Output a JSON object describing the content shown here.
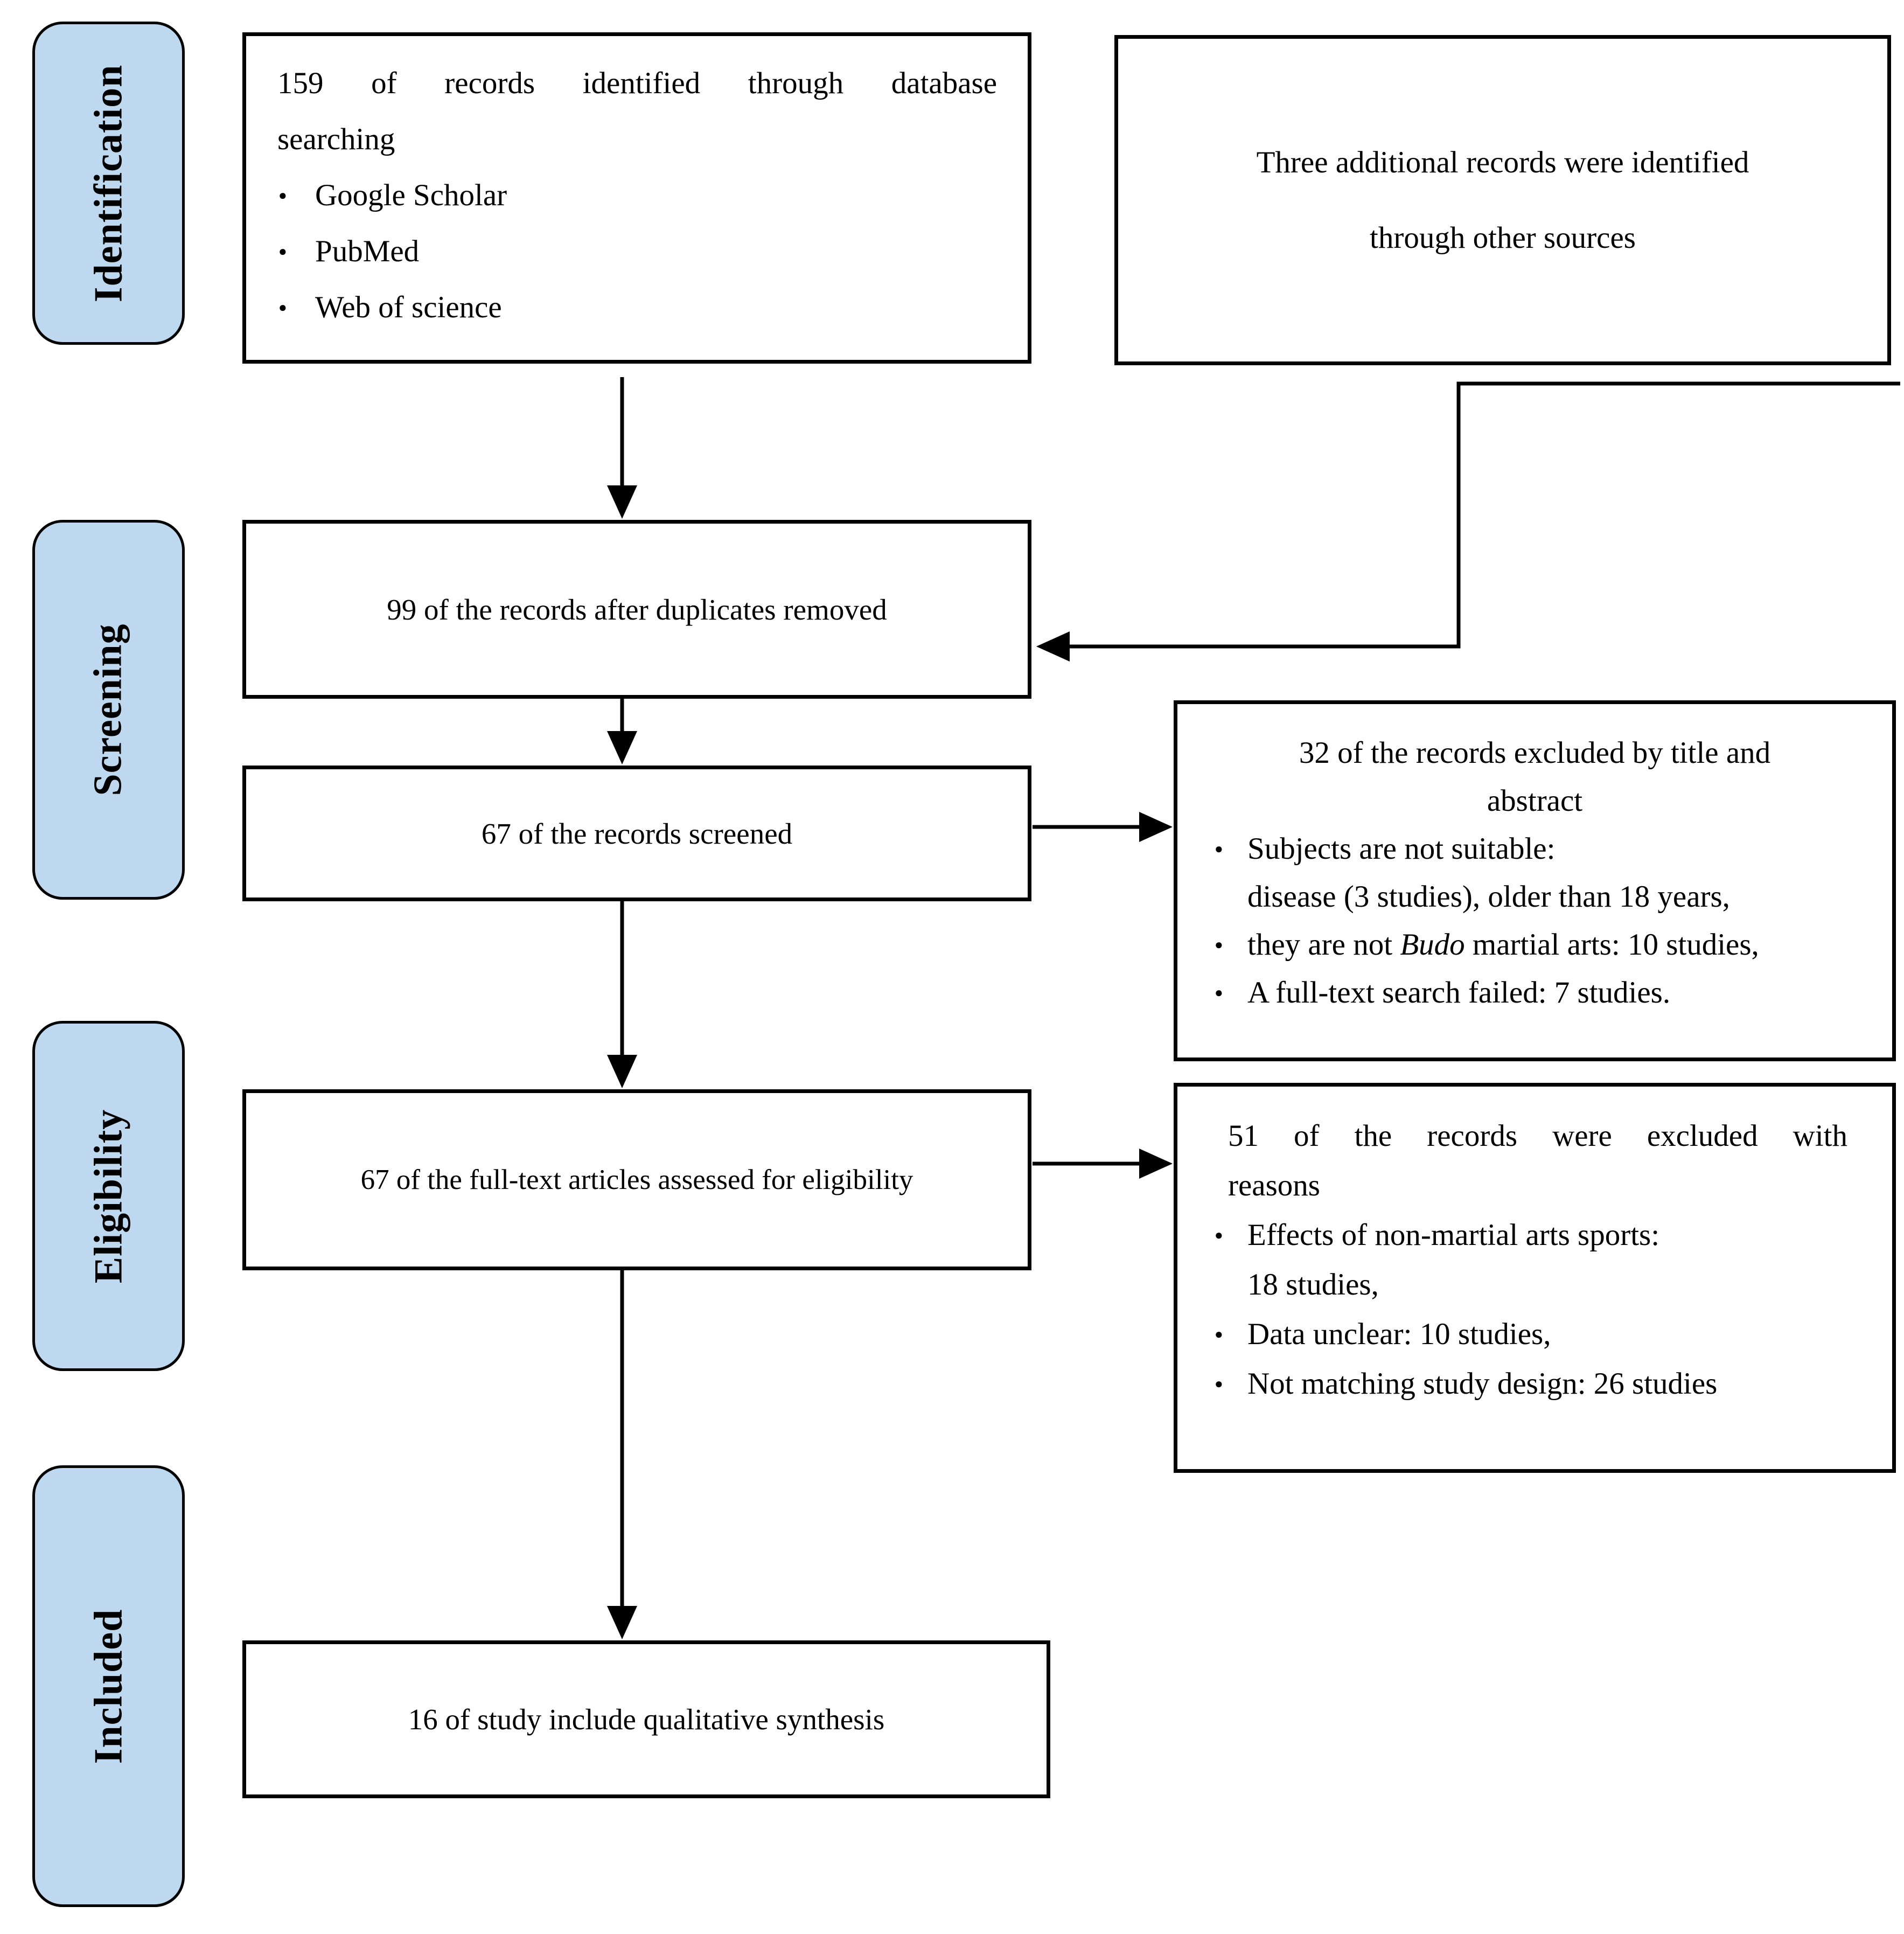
{
  "colors": {
    "stage_fill": "#BED8F0",
    "line": "#000000",
    "box_bg": "#FFFFFF"
  },
  "stages": [
    {
      "label": "Identification"
    },
    {
      "label": "Screening"
    },
    {
      "label": "Eligibility"
    },
    {
      "label": "Included"
    }
  ],
  "boxes": {
    "identified": {
      "title_line1": "159 of records identified through database",
      "title_line2": "searching",
      "bullets": [
        "Google Scholar",
        "PubMed",
        "Web of science"
      ]
    },
    "other_sources": {
      "line1": "Three additional records were identified",
      "line2": "through other sources"
    },
    "duplicates_removed": {
      "text": "99 of the records after duplicates removed"
    },
    "screened": {
      "text": "67 of the records screened"
    },
    "excluded_title_abstract": {
      "title_line1": "32 of the records excluded by title and",
      "title_line2": "abstract",
      "bullet1_line1": "Subjects are not suitable:",
      "bullet1_line2": "disease (3 studies), older than 18 years,",
      "bullet2_pre": "they are not ",
      "bullet2_italic": "Budo",
      "bullet2_post": " martial arts: 10 studies,",
      "bullet3": "A full-text search failed: 7 studies."
    },
    "fulltext_assessed": {
      "text": "67 of the full-text articles assessed for eligibility"
    },
    "excluded_with_reasons": {
      "title_line1": "51 of the records were excluded with",
      "title_line2": "reasons",
      "bullet1_line1": "Effects of non-martial arts sports:",
      "bullet1_line2": "18 studies,",
      "bullet2": "Data unclear: 10 studies,",
      "bullet3": "Not matching study design: 26 studies"
    },
    "qualitative_synthesis": {
      "text": "16 of study include qualitative synthesis"
    }
  }
}
